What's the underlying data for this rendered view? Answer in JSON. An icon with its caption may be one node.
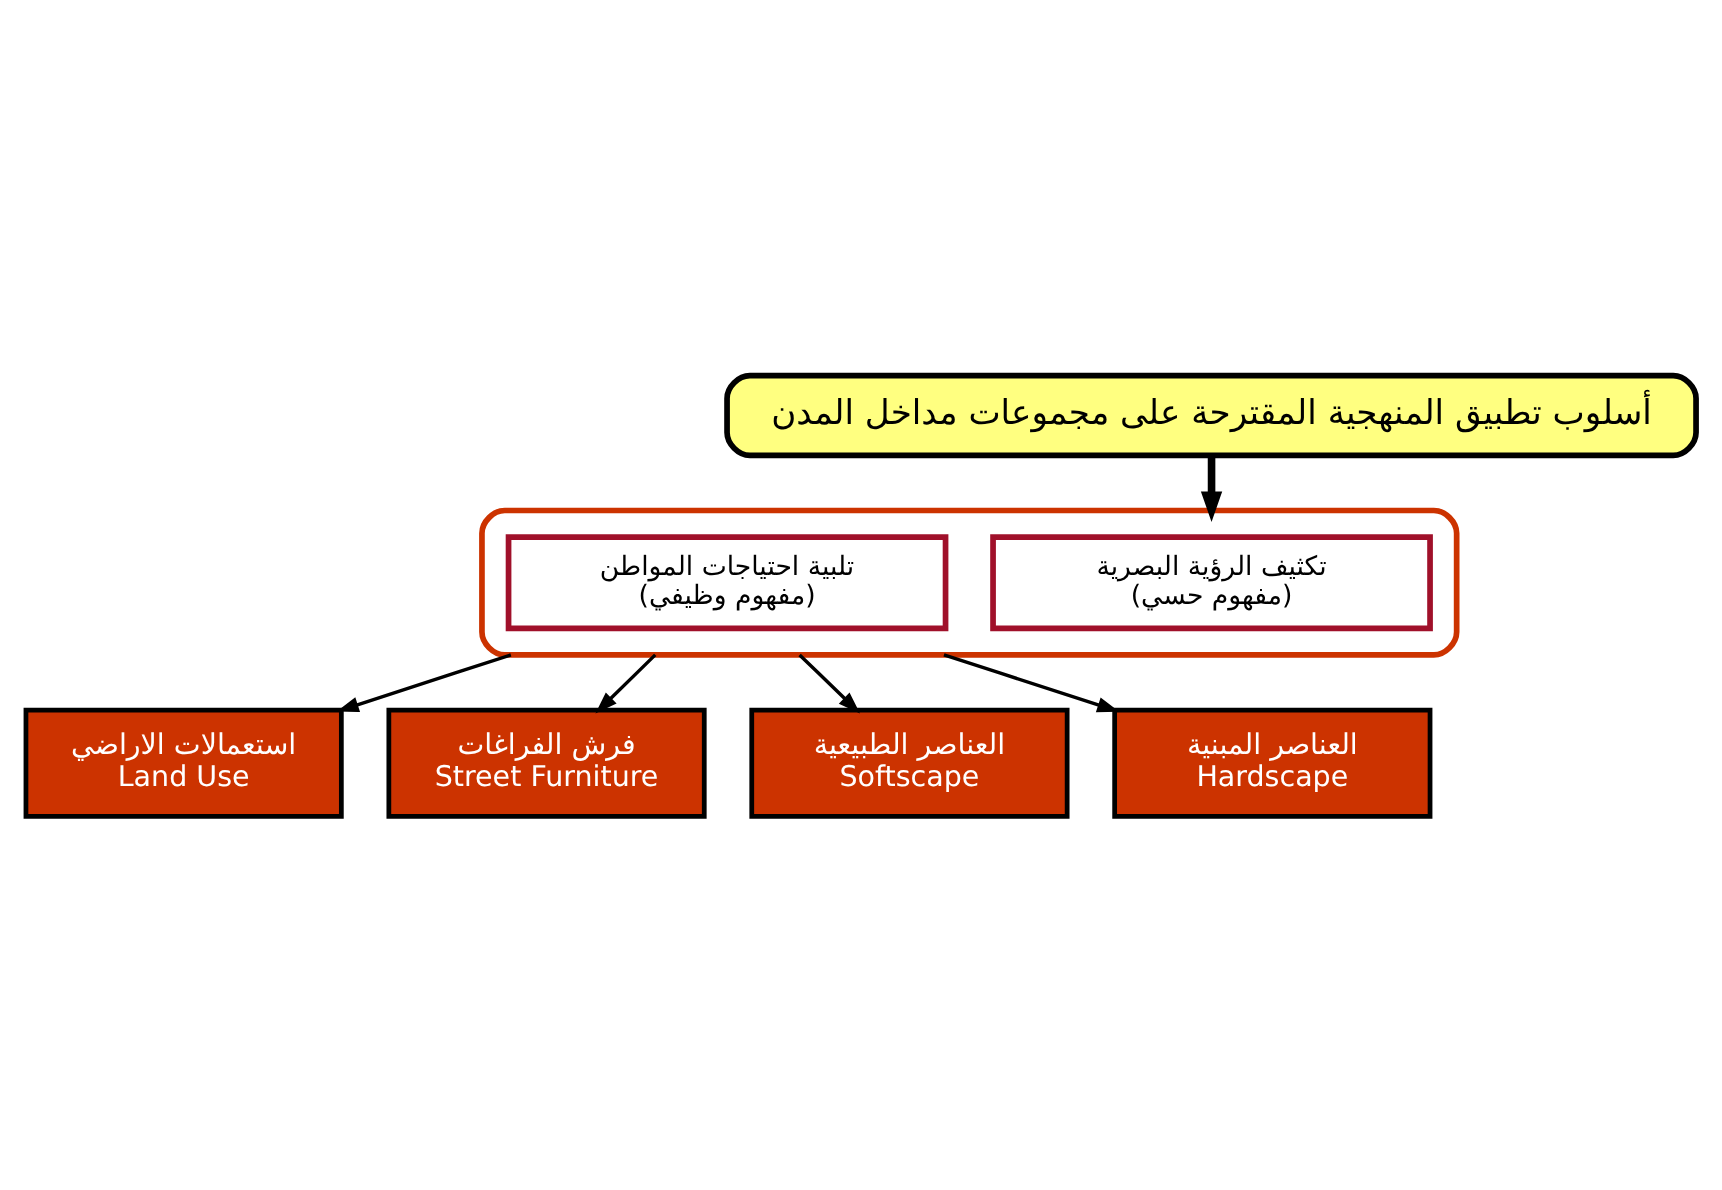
{
  "diagram": {
    "nodes": [
      {
        "text": [
          "أسلوب تطبيق المنهجية المقترحة على مجموعات مداخل المدن"
        ]
      },
      {
        "text": [],
        "shape": "box"
      },
      {
        "text": [
          "تكثيف الرؤية البصرية",
          "(مفهوم حسي)"
        ],
        "in": 1
      },
      {
        "text": [
          "تلبية احتياجات المواطن",
          "(مفهوم وظيفي)"
        ],
        "in": 1
      },
      {
        "text": [
          "العناصر المبنية",
          "Hardscape"
        ]
      },
      {
        "text": [
          "العناصر الطبيعية",
          "Softscape"
        ]
      },
      {
        "text": [
          "فرش الفراغات",
          "Street Furniture"
        ]
      },
      {
        "text": [
          "استعمالات الاراضي",
          "Land Use"
        ]
      }
    ],
    "edges": [
      {
        "from": 0,
        "to": 1,
        "arrow": "to",
        "style": "thick"
      },
      {
        "from": 1,
        "to": 4,
        "arrow": "to"
      },
      {
        "from": 1,
        "to": 5,
        "arrow": "to"
      },
      {
        "from": 1,
        "to": 6,
        "arrow": "to"
      },
      {
        "from": 1,
        "to": 7,
        "arrow": "to"
      }
    ]
  }
}
